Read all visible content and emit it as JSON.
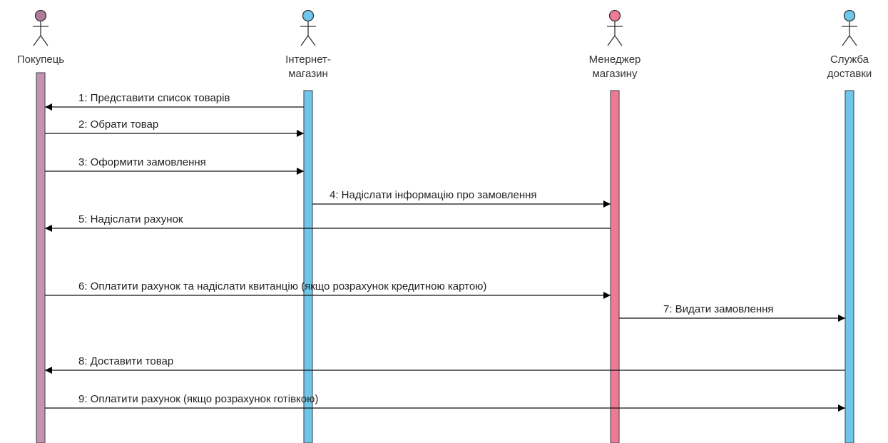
{
  "actors": [
    {
      "id": "buyer",
      "lines": [
        "Покупець"
      ],
      "color": "#c493b4",
      "head_color": "#b07a9a"
    },
    {
      "id": "shop",
      "lines": [
        "Інтернет-",
        "магазин"
      ],
      "color": "#6ec6ea",
      "head_color": "#6ec6ea"
    },
    {
      "id": "manager",
      "lines": [
        "Менеджер",
        "магазину"
      ],
      "color": "#f07a96",
      "head_color": "#f07a96"
    },
    {
      "id": "delivery",
      "lines": [
        "Служба",
        "доставки"
      ],
      "color": "#6ec6ea",
      "head_color": "#6ec6ea"
    }
  ],
  "messages": [
    {
      "label": "1: Представити список товарів",
      "from": "shop",
      "to": "buyer"
    },
    {
      "label": "2: Обрати товар",
      "from": "buyer",
      "to": "shop"
    },
    {
      "label": "3: Оформити замовлення",
      "from": "buyer",
      "to": "shop"
    },
    {
      "label": "4: Надіслати інформацію про замовлення",
      "from": "shop",
      "to": "manager"
    },
    {
      "label": "5: Надіслати рахунок",
      "from": "manager",
      "to": "buyer"
    },
    {
      "label": "6: Оплатити рахунок та надіслати квитанцію (якщо розрахунок кредитною картою)",
      "from": "buyer",
      "to": "manager"
    },
    {
      "label": "7: Видати замовлення",
      "from": "manager",
      "to": "delivery"
    },
    {
      "label": "8: Доставити товар",
      "from": "delivery",
      "to": "buyer"
    },
    {
      "label": "9: Оплатити рахунок (якщо розрахунок готівкою)",
      "from": "buyer",
      "to": "delivery"
    }
  ]
}
